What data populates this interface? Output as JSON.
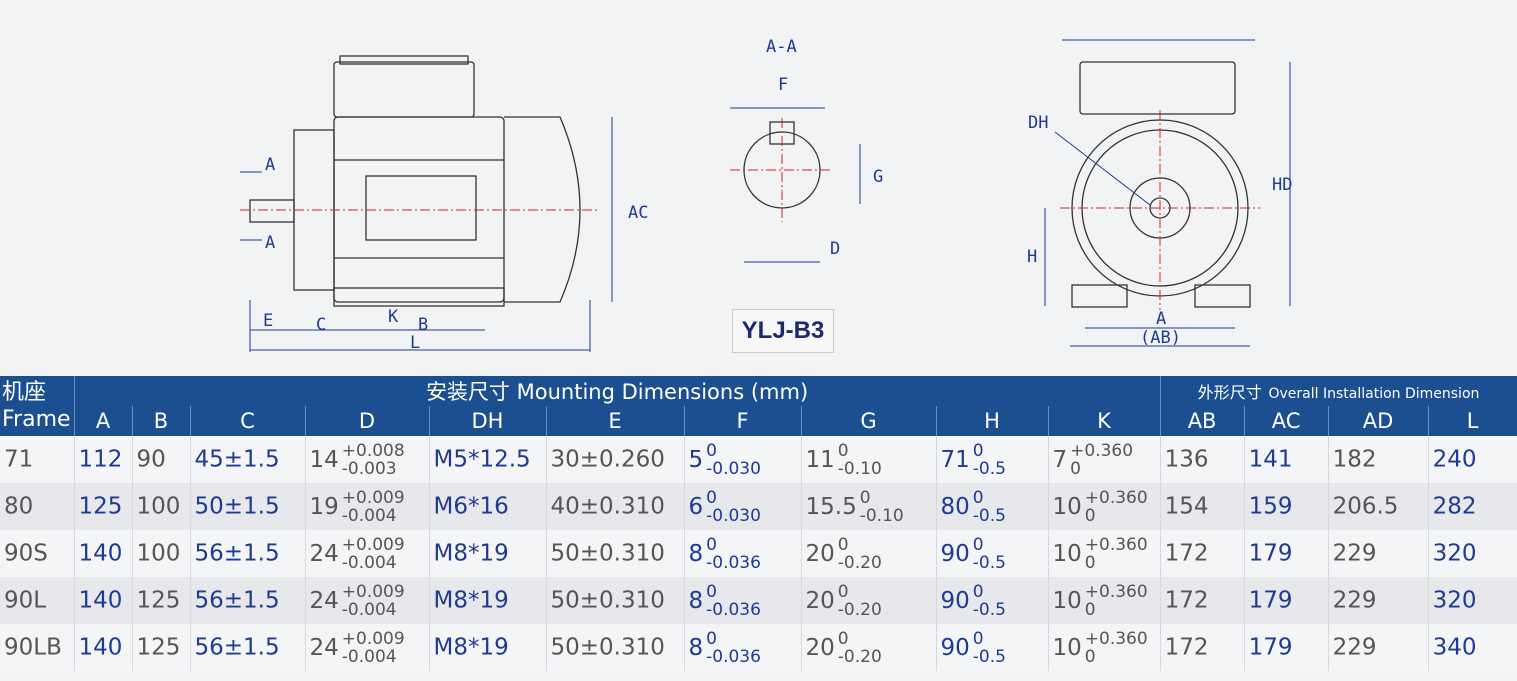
{
  "drawing": {
    "side_view": {
      "section_mark": "A",
      "dims": [
        "E",
        "C",
        "K",
        "B",
        "L",
        "AC"
      ]
    },
    "section_view": {
      "title": "A-A",
      "dims": [
        "F",
        "G",
        "D"
      ]
    },
    "front_view": {
      "dims": [
        "DH",
        "H",
        "HD",
        "A",
        "(AB)"
      ]
    },
    "model": "YLJ-B3"
  },
  "table": {
    "frame_label_cn": "机座",
    "frame_label_en": "Frame",
    "mounting_cn": "安装尺寸",
    "mounting_en": "Mounting Dimensions (mm)",
    "overall_cn": "外形尺寸",
    "overall_en": "Overall Installation Dimension",
    "columns": [
      "A",
      "B",
      "C",
      "D",
      "DH",
      "E",
      "F",
      "G",
      "H",
      "K",
      "AB",
      "AC",
      "AD",
      "L"
    ],
    "rows": [
      {
        "frame": "71",
        "A": "112",
        "B": "90",
        "C": "45±1.5",
        "D": "14",
        "D_tol": [
          "+0.008",
          "-0.003"
        ],
        "DH": "M5*12.5",
        "E": "30±0.260",
        "F": "5",
        "F_tol": [
          "0",
          "-0.030"
        ],
        "G": "11",
        "G_tol": [
          "0",
          "-0.10"
        ],
        "H": "71",
        "H_tol": [
          "0",
          "-0.5"
        ],
        "K": "7",
        "K_tol": [
          "+0.360",
          "0"
        ],
        "AB": "136",
        "AC": "141",
        "AD": "182",
        "L": "240"
      },
      {
        "frame": "80",
        "A": "125",
        "B": "100",
        "C": "50±1.5",
        "D": "19",
        "D_tol": [
          "+0.009",
          "-0.004"
        ],
        "DH": "M6*16",
        "E": "40±0.310",
        "F": "6",
        "F_tol": [
          "0",
          "-0.030"
        ],
        "G": "15.5",
        "G_tol": [
          "0",
          "-0.10"
        ],
        "H": "80",
        "H_tol": [
          "0",
          "-0.5"
        ],
        "K": "10",
        "K_tol": [
          "+0.360",
          "0"
        ],
        "AB": "154",
        "AC": "159",
        "AD": "206.5",
        "L": "282"
      },
      {
        "frame": "90S",
        "A": "140",
        "B": "100",
        "C": "56±1.5",
        "D": "24",
        "D_tol": [
          "+0.009",
          "-0.004"
        ],
        "DH": "M8*19",
        "E": "50±0.310",
        "F": "8",
        "F_tol": [
          "0",
          "-0.036"
        ],
        "G": "20",
        "G_tol": [
          "0",
          "-0.20"
        ],
        "H": "90",
        "H_tol": [
          "0",
          "-0.5"
        ],
        "K": "10",
        "K_tol": [
          "+0.360",
          "0"
        ],
        "AB": "172",
        "AC": "179",
        "AD": "229",
        "L": "320"
      },
      {
        "frame": "90L",
        "A": "140",
        "B": "125",
        "C": "56±1.5",
        "D": "24",
        "D_tol": [
          "+0.009",
          "-0.004"
        ],
        "DH": "M8*19",
        "E": "50±0.310",
        "F": "8",
        "F_tol": [
          "0",
          "-0.036"
        ],
        "G": "20",
        "G_tol": [
          "0",
          "-0.20"
        ],
        "H": "90",
        "H_tol": [
          "0",
          "-0.5"
        ],
        "K": "10",
        "K_tol": [
          "+0.360",
          "0"
        ],
        "AB": "172",
        "AC": "179",
        "AD": "229",
        "L": "320"
      },
      {
        "frame": "90LB",
        "A": "140",
        "B": "125",
        "C": "56±1.5",
        "D": "24",
        "D_tol": [
          "+0.009",
          "-0.004"
        ],
        "DH": "M8*19",
        "E": "50±0.310",
        "F": "8",
        "F_tol": [
          "0",
          "-0.036"
        ],
        "G": "20",
        "G_tol": [
          "0",
          "-0.20"
        ],
        "H": "90",
        "H_tol": [
          "0",
          "-0.5"
        ],
        "K": "10",
        "K_tol": [
          "+0.360",
          "0"
        ],
        "AB": "172",
        "AC": "179",
        "AD": "229",
        "L": "340"
      }
    ]
  }
}
